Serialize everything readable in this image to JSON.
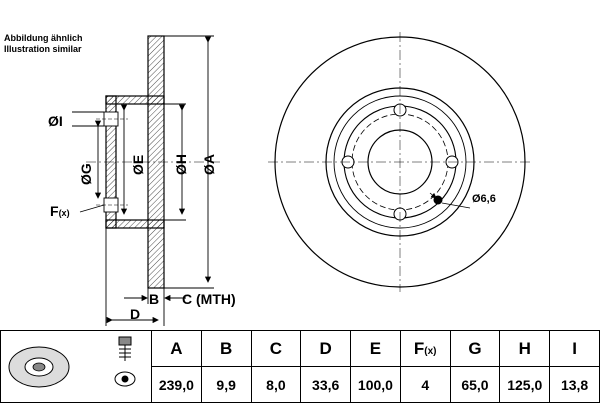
{
  "notes": {
    "line1": "Abbildung ähnlich",
    "line2": "Illustration similar"
  },
  "labels": {
    "I": "ØI",
    "G": "ØG",
    "E": "ØE",
    "H": "ØH",
    "A": "ØA",
    "F": "F",
    "F_sub": "(x)",
    "B": "B",
    "C": "C (MTH)",
    "D": "D",
    "hole": "Ø6,6"
  },
  "table": {
    "headers": [
      "A",
      "B",
      "C",
      "D",
      "E",
      "F",
      "G",
      "H",
      "I"
    ],
    "header_sub_F": "(x)",
    "values": [
      "239,0",
      "9,9",
      "8,0",
      "33,6",
      "100,0",
      "4",
      "65,0",
      "125,0",
      "13,8"
    ]
  },
  "colors": {
    "line": "#000000",
    "background": "#ffffff",
    "hatch": "#000000"
  },
  "icons": [
    "brake-disc-thumbnail-icon",
    "bolt-screw-icon"
  ]
}
